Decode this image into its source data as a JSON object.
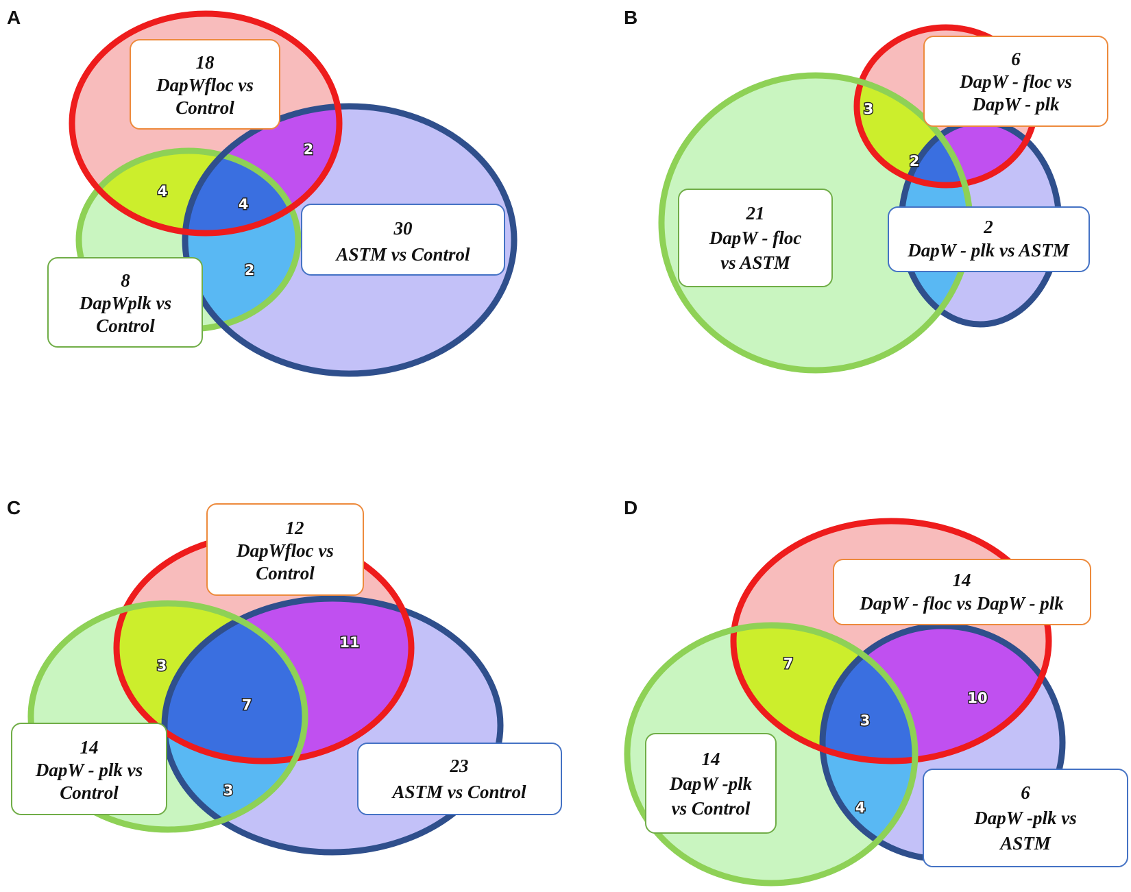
{
  "panels": [
    {
      "letter": "A",
      "regions": [
        "2",
        "4",
        "4",
        "2"
      ],
      "boxes": [
        {
          "count": "18",
          "line1": "DapWfloc vs",
          "line2": "Control"
        },
        {
          "count": "30",
          "line1": "ASTM vs Control",
          "line2": ""
        },
        {
          "count": "8",
          "line1": "DapWplk vs",
          "line2": "Control"
        }
      ]
    },
    {
      "letter": "B",
      "regions": [
        "3",
        "2"
      ],
      "boxes": [
        {
          "count": "6",
          "line1": "DapW - floc vs",
          "line2": "DapW - plk"
        },
        {
          "count": "21",
          "line1": "DapW - floc",
          "line2": "vs ASTM"
        },
        {
          "count": "2",
          "line1": "DapW - plk vs ASTM",
          "line2": ""
        }
      ]
    },
    {
      "letter": "C",
      "regions": [
        "11",
        "3",
        "7",
        "3"
      ],
      "boxes": [
        {
          "count": "12",
          "line1": "DapWfloc vs",
          "line2": "Control"
        },
        {
          "count": "14",
          "line1": "DapW - plk vs",
          "line2": "Control"
        },
        {
          "count": "23",
          "line1": "ASTM vs Control",
          "line2": ""
        }
      ]
    },
    {
      "letter": "D",
      "regions": [
        "7",
        "10",
        "3",
        "4"
      ],
      "boxes": [
        {
          "count": "14",
          "line1": "DapW - floc vs DapW - plk",
          "line2": ""
        },
        {
          "count": "14",
          "line1": "DapW -plk",
          "line2": "vs Control"
        },
        {
          "count": "6",
          "line1": "DapW -plk vs",
          "line2": "ASTM"
        }
      ]
    }
  ],
  "colors": {
    "red_set": "#ee1c1c",
    "green_set": "#8ed156",
    "blue_set": "#2f4f8c",
    "red_fill": "#f8bcbc",
    "green_fill": "#c9f5c0",
    "blue_fill": "#c3c1f8",
    "overlap_yellow": "#ccee2c",
    "overlap_purple": "#c050f0",
    "overlap_blue": "#3a6fe0",
    "overlap_cyan": "#59b8f3"
  }
}
